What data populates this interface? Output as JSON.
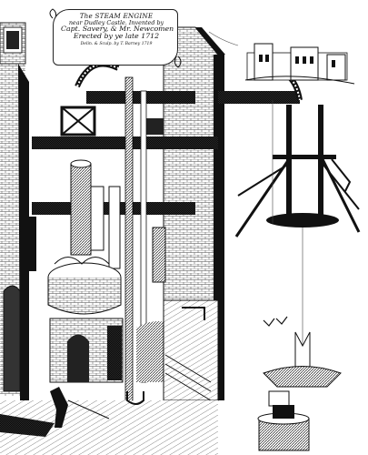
{
  "cartouche": {
    "line1": "The STEAM ENGINE",
    "line2": "near Dudley Castle. Invented by",
    "line3": "Capt. Savery, & Mr. Newcomen",
    "line4": "Erected by ye late 1712",
    "line5": "Delin. & Sculp. by T. Barney 1719"
  },
  "colors": {
    "ink": "#1a1a1a",
    "paper": "#ffffff",
    "shade": "#555555"
  }
}
